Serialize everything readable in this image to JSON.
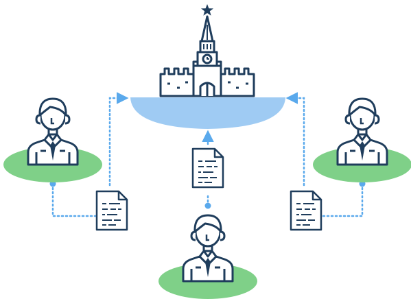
{
  "diagram": {
    "nodes": [
      {
        "id": "kremlin",
        "icon": "kremlin-tower-icon"
      },
      {
        "id": "person-left",
        "icon": "businessman-icon"
      },
      {
        "id": "person-right",
        "icon": "businessman-icon"
      },
      {
        "id": "person-bottom",
        "icon": "businessman-icon"
      }
    ],
    "edges": [
      {
        "from": "person-left",
        "to": "kremlin",
        "via": "document-icon"
      },
      {
        "from": "person-right",
        "to": "kremlin",
        "via": "document-icon"
      },
      {
        "from": "person-bottom",
        "to": "kremlin",
        "via": "document-icon"
      }
    ]
  },
  "colors": {
    "outline": "#1f3d5c",
    "connector": "#5aa9ec",
    "base_blue": "#9fcbf3",
    "base_green": "#7fd088",
    "background": "#ffffff"
  }
}
